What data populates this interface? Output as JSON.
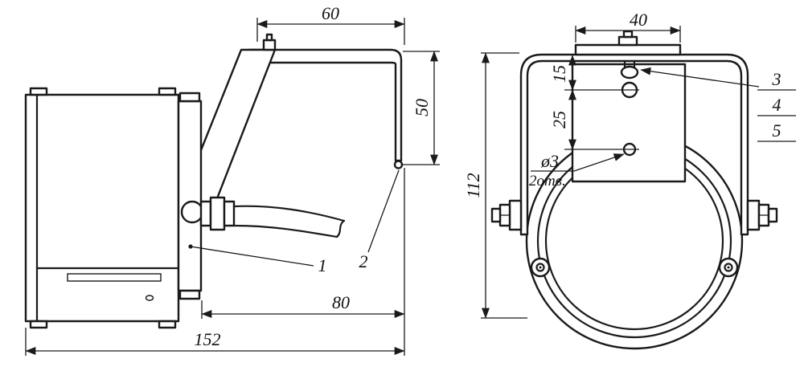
{
  "colors": {
    "background": "#ffffff",
    "ink": "#1a1a1a"
  },
  "side_view": {
    "dims": {
      "bracket_width": "60",
      "bracket_height": "50",
      "bracket_offset": "80",
      "overall_length": "152"
    },
    "callouts": {
      "c1": "1",
      "c2": "2"
    }
  },
  "front_view": {
    "dims": {
      "plate_width": "40",
      "hole_top_offset": "15",
      "hole_spacing": "25",
      "overall_height": "112"
    },
    "hole_note": {
      "diameter": "ø3",
      "count": "2отв."
    },
    "callouts": {
      "c3": "3",
      "c4": "4",
      "c5": "5"
    }
  }
}
